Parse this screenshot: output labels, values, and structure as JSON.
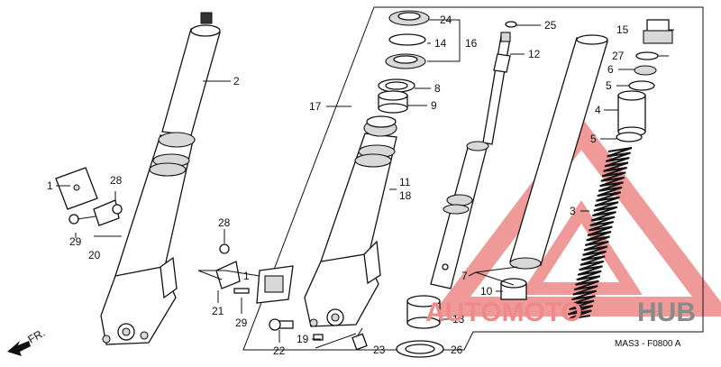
{
  "diagram_code": "MAS3 - F0800 A",
  "direction_label": "FR.",
  "watermark": {
    "text_part1": "AUTOMOTO",
    "text_part2": "HUB",
    "color_part1": "#f08a8a",
    "color_part2": "#8a8a8a",
    "triangle_color": "#e24646"
  },
  "callouts": {
    "c1a": "1",
    "c2": "2",
    "c28a": "28",
    "c29a": "29",
    "c20": "20",
    "c28b": "28",
    "c1b": "1",
    "c21": "21",
    "c29b": "29",
    "c22": "22",
    "c19": "19",
    "c23": "23",
    "c17": "17",
    "c24": "24",
    "c14": "14",
    "c16": "16",
    "c8": "8",
    "c9": "9",
    "c11": "11",
    "c18": "18",
    "c25": "25",
    "c12": "12",
    "c13": "13",
    "c26": "26",
    "c15": "15",
    "c27": "27",
    "c6": "6",
    "c5a": "5",
    "c4": "4",
    "c5b": "5",
    "c3": "3",
    "c7": "7",
    "c10": "10"
  }
}
